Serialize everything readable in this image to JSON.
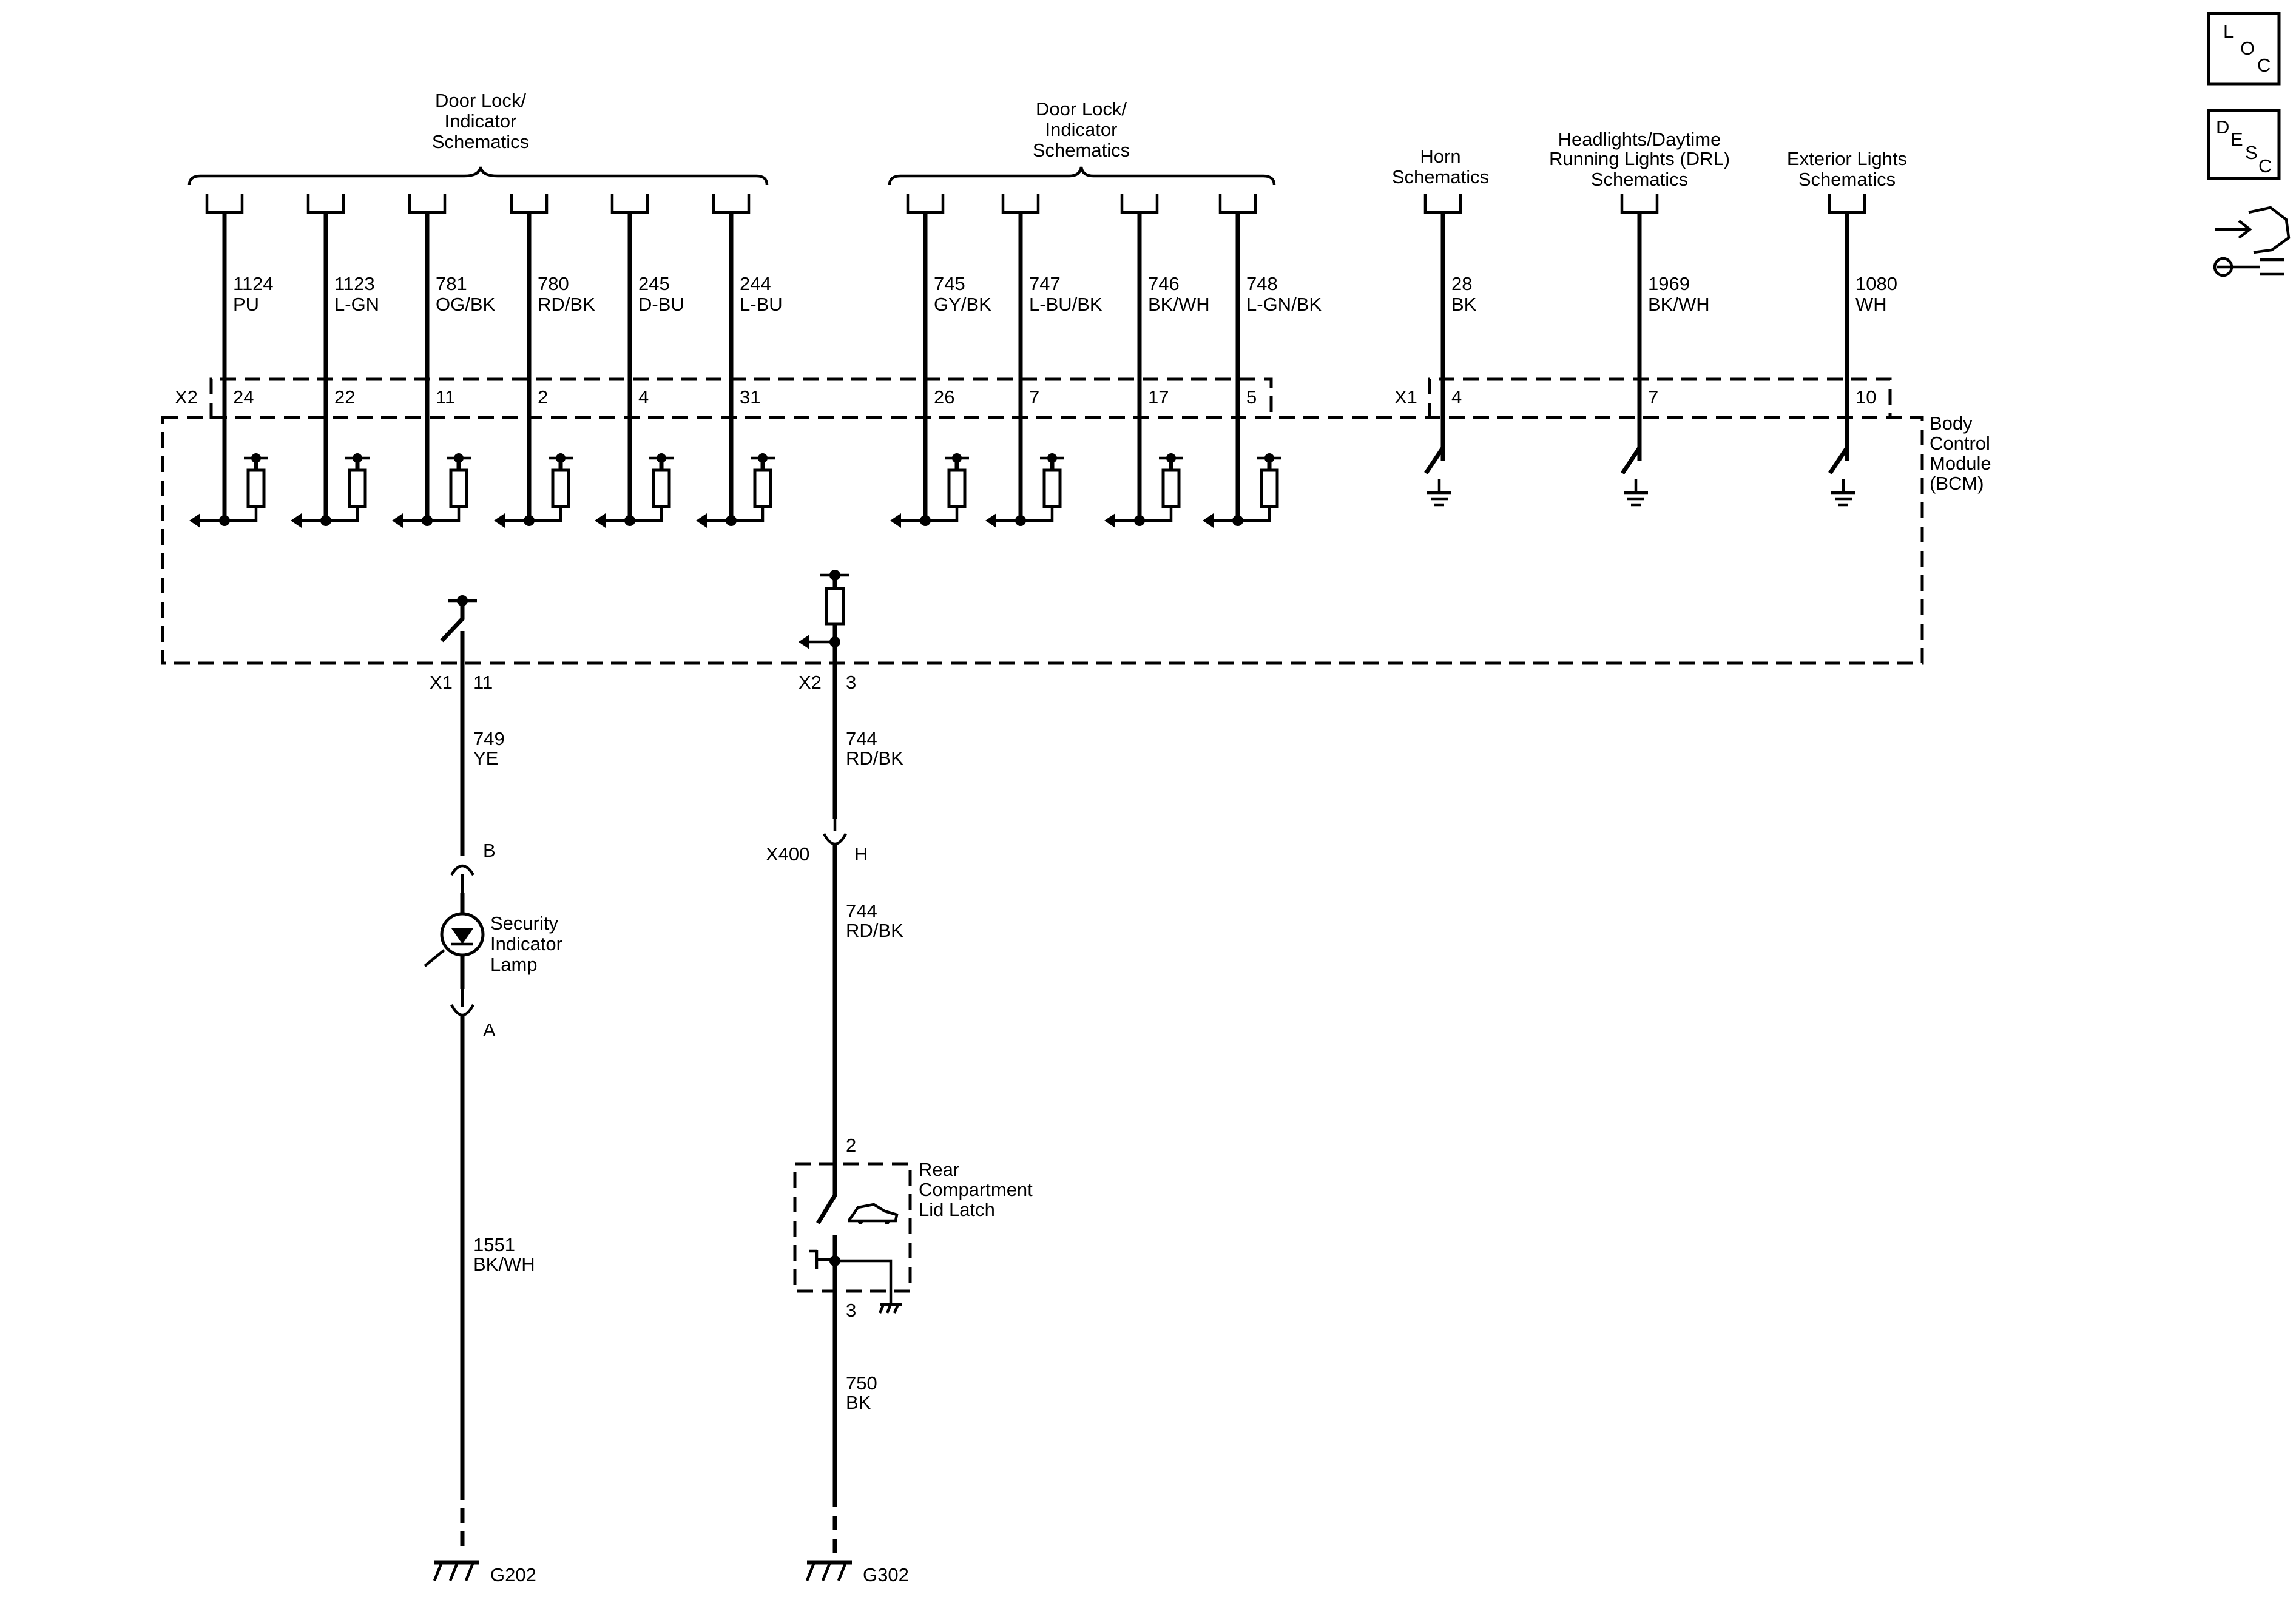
{
  "icons": {
    "loc": [
      "L",
      "O",
      "C"
    ],
    "desc": [
      "D",
      "E",
      "S",
      "C"
    ],
    "nav": "connector-wrench-icon"
  },
  "groups": [
    {
      "lines": [
        "Door Lock/",
        "Indicator",
        "Schematics"
      ]
    },
    {
      "lines": [
        "Door Lock/",
        "Indicator",
        "Schematics"
      ]
    },
    {
      "lines": [
        "Horn",
        "Schematics"
      ]
    },
    {
      "lines": [
        "Headlights/Daytime",
        "Running Lights (DRL)",
        "Schematics"
      ]
    },
    {
      "lines": [
        "Exterior Lights",
        "Schematics"
      ]
    }
  ],
  "circuits": [
    {
      "num": "1124",
      "color": "PU",
      "pin": "24"
    },
    {
      "num": "1123",
      "color": "L-GN",
      "pin": "22"
    },
    {
      "num": "781",
      "color": "OG/BK",
      "pin": "11"
    },
    {
      "num": "780",
      "color": "RD/BK",
      "pin": "2"
    },
    {
      "num": "245",
      "color": "D-BU",
      "pin": "4"
    },
    {
      "num": "244",
      "color": "L-BU",
      "pin": "31"
    },
    {
      "num": "745",
      "color": "GY/BK",
      "pin": "26"
    },
    {
      "num": "747",
      "color": "L-BU/BK",
      "pin": "7"
    },
    {
      "num": "746",
      "color": "BK/WH",
      "pin": "17"
    },
    {
      "num": "748",
      "color": "L-GN/BK",
      "pin": "5"
    },
    {
      "num": "28",
      "color": "BK",
      "pin": "4"
    },
    {
      "num": "1969",
      "color": "BK/WH",
      "pin": "7"
    },
    {
      "num": "1080",
      "color": "WH",
      "pin": "10"
    }
  ],
  "connectors": {
    "x2_top": "X2",
    "x1_top": "X1",
    "x1_bottom": "X1",
    "x1_bottom_pin": "11",
    "x2_bottom": "X2",
    "x2_bottom_pin": "3",
    "x400": "X400",
    "x400_pin": "H"
  },
  "module": {
    "lines": [
      "Body",
      "Control",
      "Module",
      "(BCM)"
    ]
  },
  "left_branch": {
    "wire1": {
      "num": "749",
      "color": "YE"
    },
    "pin_b": "B",
    "lamp": [
      "Security",
      "Indicator",
      "Lamp"
    ],
    "pin_a": "A",
    "wire2": {
      "num": "1551",
      "color": "BK/WH"
    },
    "ground": "G202"
  },
  "right_branch": {
    "wire1": {
      "num": "744",
      "color": "RD/BK"
    },
    "wire2": {
      "num": "744",
      "color": "RD/BK"
    },
    "pin_2": "2",
    "latch": [
      "Rear",
      "Compartment",
      "Lid Latch"
    ],
    "pin_3": "3",
    "wire3": {
      "num": "750",
      "color": "BK"
    },
    "ground": "G302"
  }
}
